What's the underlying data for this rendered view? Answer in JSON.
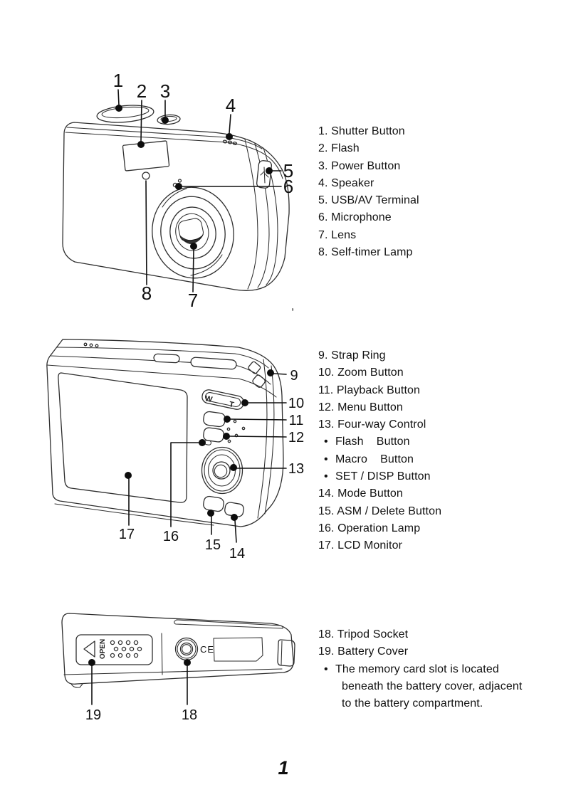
{
  "page": {
    "number": "1",
    "stray_mark": ","
  },
  "bullet_char": "•",
  "sections": [
    {
      "name": "front-top-view",
      "callouts": [
        "1",
        "2",
        "3",
        "4",
        "5",
        "6",
        "7",
        "8"
      ],
      "labels": [
        "1. Shutter Button",
        "2. Flash",
        "3. Power Button",
        "4. Speaker",
        "5. USB/AV Terminal",
        "6. Microphone",
        "7. Lens",
        "8. Self-timer Lamp"
      ]
    },
    {
      "name": "rear-view",
      "callouts": [
        "9",
        "10",
        "11",
        "12",
        "13",
        "14",
        "15",
        "16",
        "17"
      ],
      "engravings": {
        "w": "W",
        "t": "T"
      },
      "labels": [
        "9. Strap Ring",
        "10. Zoom Button",
        "11. Playback Button",
        "12. Menu Button",
        "13. Four-way Control"
      ],
      "sub_labels": [
        "Flash    Button",
        "Macro    Button",
        "SET / DISP Button"
      ],
      "labels2": [
        "14. Mode Button",
        "15. ASM / Delete Button",
        "16. Operation Lamp",
        "17. LCD Monitor"
      ]
    },
    {
      "name": "bottom-view",
      "callouts": [
        "18",
        "19"
      ],
      "engravings": {
        "open": "OPEN",
        "ce": "CE"
      },
      "labels": [
        "18. Tripod Socket",
        "19. Battery Cover"
      ],
      "note_lines": [
        "The memory card slot is located",
        "beneath the battery cover, adjacent",
        "to the battery compartment."
      ]
    }
  ]
}
